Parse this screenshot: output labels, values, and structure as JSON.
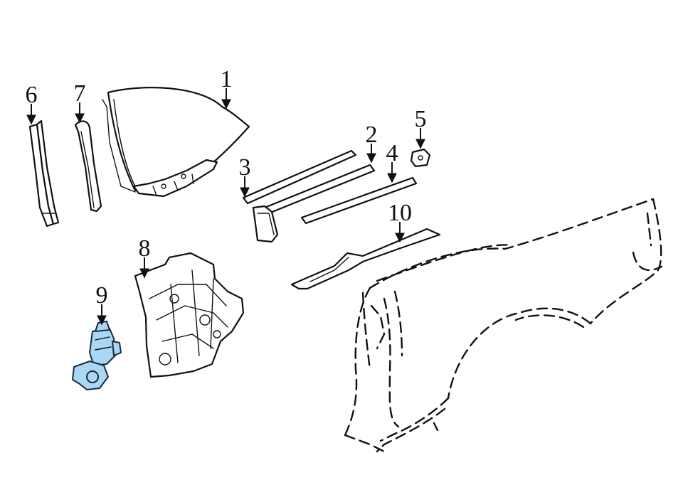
{
  "diagram": {
    "callouts": [
      {
        "id": "c1",
        "label": "1"
      },
      {
        "id": "c2",
        "label": "2"
      },
      {
        "id": "c3",
        "label": "3"
      },
      {
        "id": "c4",
        "label": "4"
      },
      {
        "id": "c5",
        "label": "5"
      },
      {
        "id": "c6",
        "label": "6"
      },
      {
        "id": "c7",
        "label": "7"
      },
      {
        "id": "c8",
        "label": "8"
      },
      {
        "id": "c9",
        "label": "9"
      },
      {
        "id": "c10",
        "label": "10"
      }
    ],
    "highlight_color": "#a9d7f5",
    "line_color": "#111111"
  }
}
